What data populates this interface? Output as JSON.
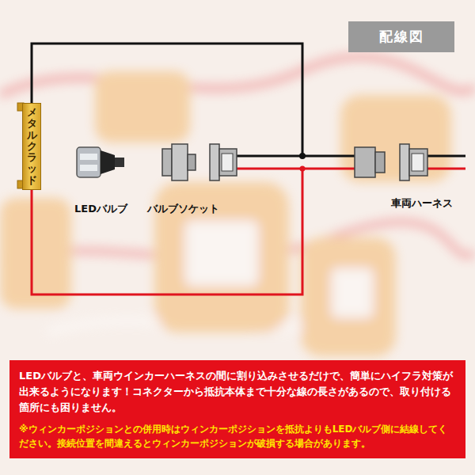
{
  "diagram": {
    "title": "配線図",
    "nodes": [
      {
        "text": [
          "メタルクラッド"
        ]
      },
      {
        "text": [
          "LEDバルブと、車両ウインカーハーネスの間に割り込みさせるだけで、簡単にハイフラ対策が出来るようになります！コネクターから抵抗本体まで十分な線の長さがあるので、取り付ける箇所にも困りません。",
          "※ウィンカーポジションとの併用時はウィンカーポジションを抵抗よりもLEDバルブ側に結線してください。接続位置を間違えるとウィンカーポジションが破損する場合があります。"
        ]
      }
    ],
    "labels": [
      "LEDバルブ",
      "バルブソケット",
      "車両ハーネス"
    ]
  }
}
